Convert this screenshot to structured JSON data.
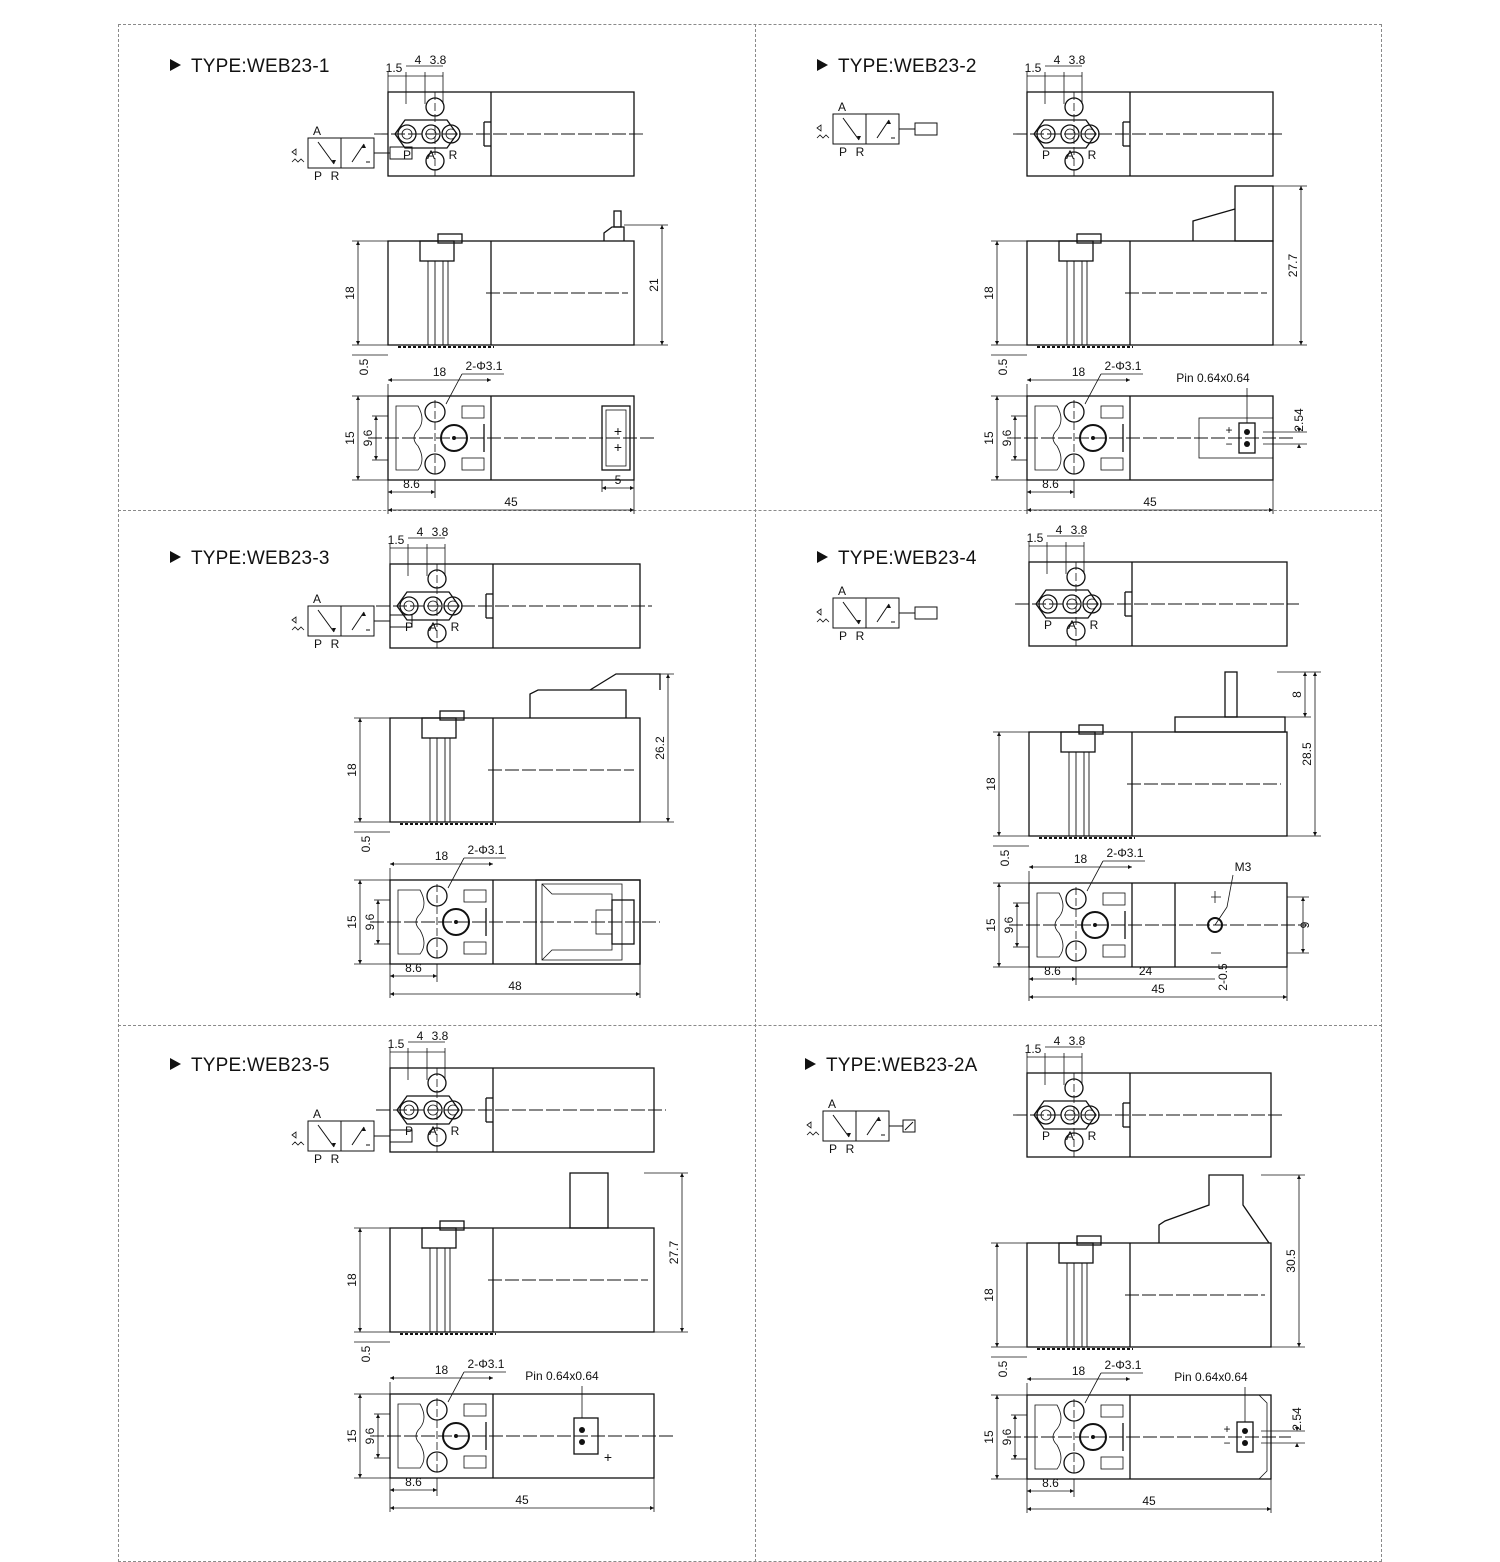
{
  "panels": [
    {
      "id": "WEB23-1",
      "title": "TYPE:WEB23-1",
      "variant": "1",
      "symbol": {
        "port_a": "A",
        "port_p": "P",
        "port_r": "R"
      },
      "top_view": {
        "dim_a": "1.5",
        "dim_b": "4",
        "dim_c": "3.8",
        "port_labels": [
          "P",
          "A",
          "R"
        ]
      },
      "side_view": {
        "height_left": "18",
        "height_right": "21",
        "base": "0.5"
      },
      "bottom_view": {
        "width_top": "18",
        "holes": "2-Φ3.1",
        "height_outer": "15",
        "height_inner": "9.6",
        "offset_left": "8.6",
        "length": "45",
        "end_dim": "5",
        "pin": "",
        "plus": "+",
        "plus2": "+"
      }
    },
    {
      "id": "WEB23-2",
      "title": "TYPE:WEB23-2",
      "variant": "2",
      "symbol": {
        "port_a": "A",
        "port_p": "P",
        "port_r": "R"
      },
      "top_view": {
        "dim_a": "1.5",
        "dim_b": "4",
        "dim_c": "3.8",
        "port_labels": [
          "P",
          "A",
          "R"
        ]
      },
      "side_view": {
        "height_left": "18",
        "height_right": "27.7",
        "base": "0.5"
      },
      "bottom_view": {
        "width_top": "18",
        "holes": "2-Φ3.1",
        "height_outer": "15",
        "height_inner": "9.6",
        "offset_left": "8.6",
        "length": "45",
        "pin": "Pin  0.64x0.64",
        "pitch": "2.54",
        "plus": "+",
        "minus": "−"
      }
    },
    {
      "id": "WEB23-3",
      "title": "TYPE:WEB23-3",
      "variant": "3",
      "symbol": {
        "port_a": "A",
        "port_p": "P",
        "port_r": "R"
      },
      "top_view": {
        "dim_a": "1.5",
        "dim_b": "4",
        "dim_c": "3.8",
        "port_labels": [
          "P",
          "A",
          "R"
        ]
      },
      "side_view": {
        "height_left": "18",
        "height_right": "26.2",
        "base": "0.5"
      },
      "bottom_view": {
        "width_top": "18",
        "holes": "2-Φ3.1",
        "height_outer": "15",
        "height_inner": "9.6",
        "offset_left": "8.6",
        "length": "48"
      }
    },
    {
      "id": "WEB23-4",
      "title": "TYPE:WEB23-4",
      "variant": "4",
      "symbol": {
        "port_a": "A",
        "port_p": "P",
        "port_r": "R"
      },
      "top_view": {
        "dim_a": "1.5",
        "dim_b": "4",
        "dim_c": "3.8",
        "port_labels": [
          "P",
          "A",
          "R"
        ]
      },
      "side_view": {
        "height_left": "18",
        "height_right": "28.5",
        "top_extra": "8",
        "base": "0.5"
      },
      "bottom_view": {
        "width_top": "18",
        "holes": "2-Φ3.1",
        "height_outer": "15",
        "height_inner": "9.6",
        "offset_left": "8.6",
        "length": "45",
        "mid_dim": "24",
        "thread": "M3",
        "right_dim": "9",
        "slot": "2-0.5"
      }
    },
    {
      "id": "WEB23-5",
      "title": "TYPE:WEB23-5",
      "variant": "5",
      "symbol": {
        "port_a": "A",
        "port_p": "P",
        "port_r": "R"
      },
      "top_view": {
        "dim_a": "1.5",
        "dim_b": "4",
        "dim_c": "3.8",
        "port_labels": [
          "P",
          "A",
          "R"
        ]
      },
      "side_view": {
        "height_left": "18",
        "height_right": "27.7",
        "base": "0.5"
      },
      "bottom_view": {
        "width_top": "18",
        "holes": "2-Φ3.1",
        "height_outer": "15",
        "height_inner": "9.6",
        "offset_left": "8.6",
        "length": "45",
        "pin": "Pin  0.64x0.64",
        "plus": "+"
      }
    },
    {
      "id": "WEB23-2A",
      "title": "TYPE:WEB23-2A",
      "variant": "2A",
      "symbol": {
        "port_a": "A",
        "port_p": "P",
        "port_r": "R"
      },
      "top_view": {
        "dim_a": "1.5",
        "dim_b": "4",
        "dim_c": "3.8",
        "port_labels": [
          "P",
          "A",
          "R"
        ]
      },
      "side_view": {
        "height_left": "18",
        "height_right": "30.5",
        "base": "0.5"
      },
      "bottom_view": {
        "width_top": "18",
        "holes": "2-Φ3.1",
        "height_outer": "15",
        "height_inner": "9.6",
        "offset_left": "8.6",
        "length": "45",
        "pin": "Pin  0.64x0.64",
        "pitch": "2.54",
        "plus": "+",
        "minus": "−"
      }
    }
  ]
}
